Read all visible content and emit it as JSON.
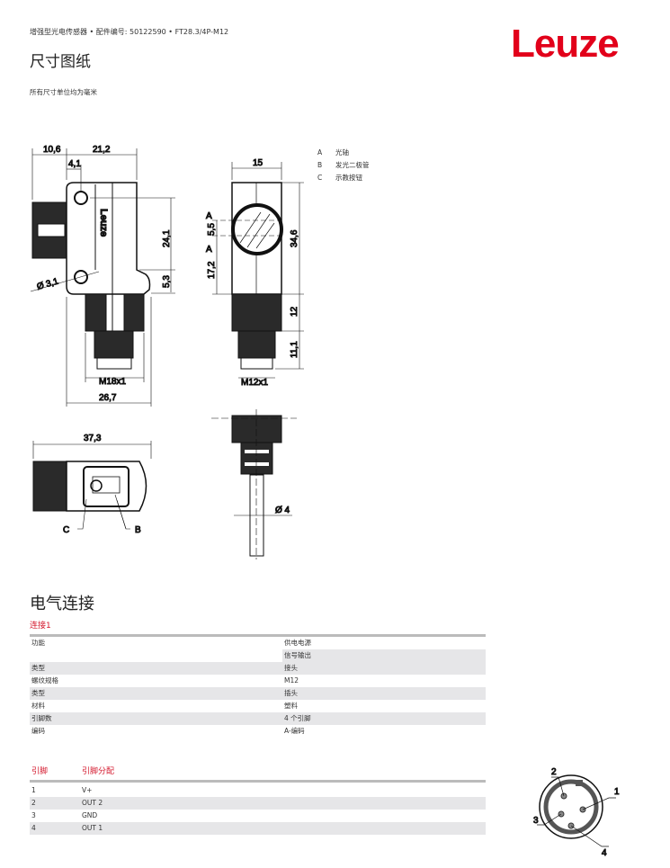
{
  "header": {
    "product_line": "增强型光电传感器 • 配件编号: 50122590 • FT28.3/4P-M12",
    "title": "尺寸图纸",
    "units_note": "所有尺寸单位均为毫米",
    "logo": "Leuze"
  },
  "legend": [
    {
      "key": "A",
      "label": "光轴"
    },
    {
      "key": "B",
      "label": "发光二极管"
    },
    {
      "key": "C",
      "label": "示教按钮"
    }
  ],
  "dimensions": {
    "side": {
      "d1": "10,6",
      "d2": "21,2",
      "d3": "4,1",
      "d4": "24,1",
      "d5": "5,3",
      "hole": "Ø 3,1",
      "thread": "M18x1",
      "width": "26,7",
      "brand": "Leuze"
    },
    "front": {
      "width": "15",
      "height": "34,6",
      "a1": "5,5",
      "a2": "17,2",
      "axis_label": "A",
      "thread_len": "12",
      "conn_len": "11,1",
      "thread": "M12x1"
    },
    "top": {
      "length": "37,3",
      "c": "C",
      "b": "B"
    },
    "cable": {
      "diameter": "Ø 4"
    }
  },
  "electrical": {
    "title": "电气连接",
    "connection_title": "连接1",
    "rows": [
      {
        "label": "功能",
        "value": "供电电源"
      },
      {
        "label": "",
        "value": "信号输出"
      },
      {
        "label": "类型",
        "value": "接头"
      },
      {
        "label": "螺纹规格",
        "value": "M12"
      },
      {
        "label": "类型",
        "value": "插头"
      },
      {
        "label": "材料",
        "value": "塑料"
      },
      {
        "label": "引脚数",
        "value": "4 个引脚"
      },
      {
        "label": "编码",
        "value": "A-编码"
      }
    ]
  },
  "pins": {
    "header_pin": "引脚",
    "header_assignment": "引脚分配",
    "rows": [
      {
        "pin": "1",
        "assignment": "V+"
      },
      {
        "pin": "2",
        "assignment": "OUT 2"
      },
      {
        "pin": "3",
        "assignment": "GND"
      },
      {
        "pin": "4",
        "assignment": "OUT 1"
      }
    ]
  },
  "colors": {
    "accent": "#d4182d",
    "logo": "#e2001a",
    "band": "#e6e6e8"
  }
}
